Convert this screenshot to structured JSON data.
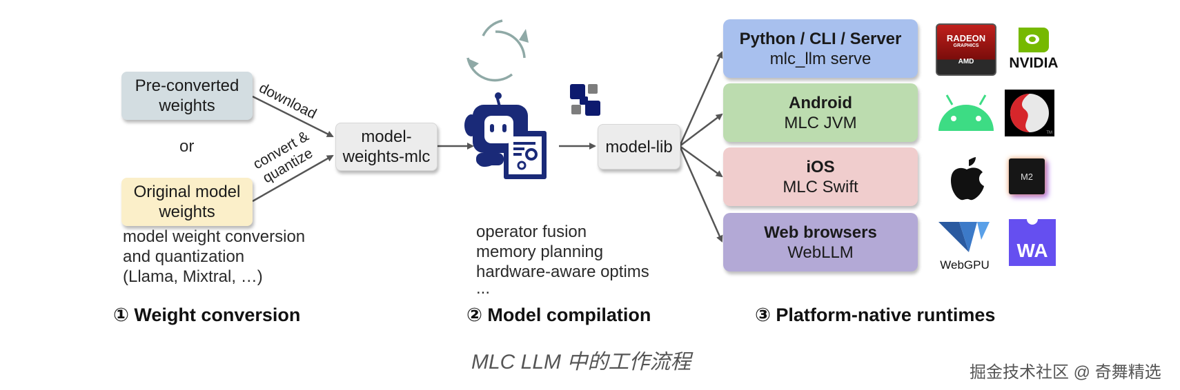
{
  "stage1": {
    "preconverted": [
      "Pre-converted",
      "weights"
    ],
    "or_label": "or",
    "original": [
      "Original model",
      "weights"
    ],
    "download_label": "download",
    "convert_label": [
      "convert &",
      "quantize"
    ],
    "description": [
      "model weight conversion",
      "and quantization",
      "(Llama, Mixtral, …)"
    ],
    "title": "① Weight conversion",
    "colors": {
      "preconverted": "#d3dde1",
      "original": "#fbefc9"
    }
  },
  "stage2": {
    "weights_box": [
      "model-",
      "weights-mlc"
    ],
    "model_lib": "model-lib",
    "optimizations": [
      "operator fusion",
      "memory planning",
      "hardware-aware optims",
      "..."
    ],
    "title": "② Model compilation",
    "icons": [
      "refresh-cycle-icon",
      "robot-document-icon",
      "tvm-logo-icon"
    ]
  },
  "stage3": {
    "title": "③ Platform-native runtimes",
    "runtimes": [
      {
        "title": "Python / CLI / Server",
        "subtitle": "mlc_llm serve",
        "color": "#a8c0ee",
        "logos": [
          "amd-radeon-logo",
          "nvidia-logo"
        ]
      },
      {
        "title": "Android",
        "subtitle": "MLC JVM",
        "color": "#bcdcaf",
        "logos": [
          "android-logo",
          "qualcomm-snapdragon-logo"
        ]
      },
      {
        "title": "iOS",
        "subtitle": "MLC Swift",
        "color": "#f0cdcd",
        "logos": [
          "apple-logo",
          "apple-m2-logo"
        ]
      },
      {
        "title": "Web browsers",
        "subtitle": "WebLLM",
        "color": "#b3a9d6",
        "logos": [
          "webgpu-logo",
          "webassembly-logo"
        ]
      }
    ],
    "logo_text": {
      "amd_top": "RADEON",
      "amd_mid": "GRAPHICS",
      "amd_bottom": "AMD",
      "nvidia": "NVIDIA",
      "m2": "M2",
      "webgpu": "WebGPU",
      "wasm": "WA",
      "tm": "TM"
    }
  },
  "caption": "MLC LLM 中的工作流程",
  "watermark": "掘金技术社区 @ 奇舞精选"
}
